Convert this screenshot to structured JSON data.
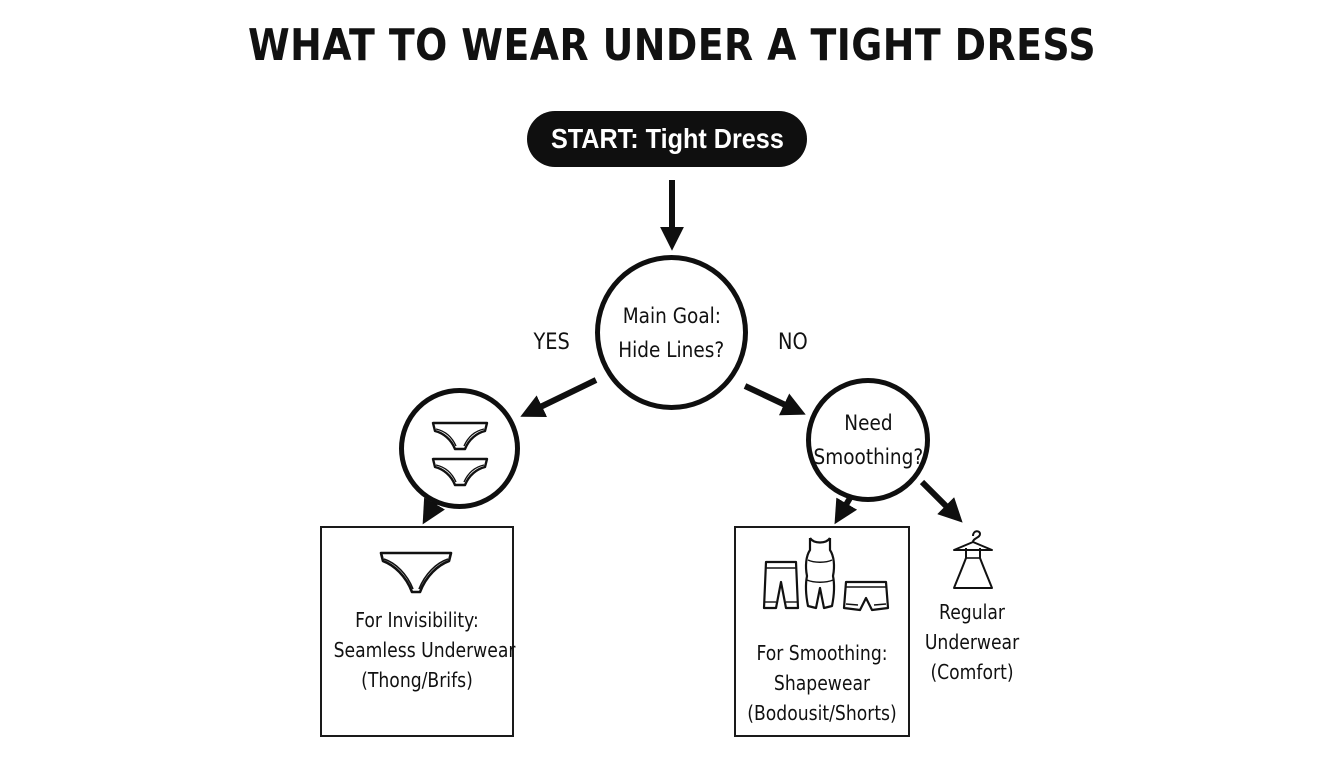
{
  "title": "WHAT TO WEAR UNDER A TIGHT DRESS",
  "start": {
    "label": "START: Tight Dress"
  },
  "decision_main": {
    "line1": "Main Goal:",
    "line2": "Hide Lines?"
  },
  "branch_yes": "YES",
  "branch_no": "NO",
  "decision_smoothing": {
    "line1": "Need",
    "line2": "Smoothing?"
  },
  "outcome_invisibility": {
    "line1": "For Invisibility:",
    "line2": "Seamless Underwear",
    "line3": "(Thong/Brifs)"
  },
  "outcome_smoothing": {
    "line1": "For Smoothing:",
    "line2": "Shapewear",
    "line3": "(Bodousit/Shorts)"
  },
  "outcome_regular": {
    "line1": "Regular",
    "line2": "Underwear",
    "line3": "(Comfort)"
  },
  "icons": {
    "yes_node": "briefs-icon",
    "invisibility": "thong-icon",
    "smoothing": [
      "shaping-shorts-icon",
      "bodysuit-icon",
      "boyshorts-icon"
    ],
    "regular": "dress-on-hanger-icon"
  }
}
